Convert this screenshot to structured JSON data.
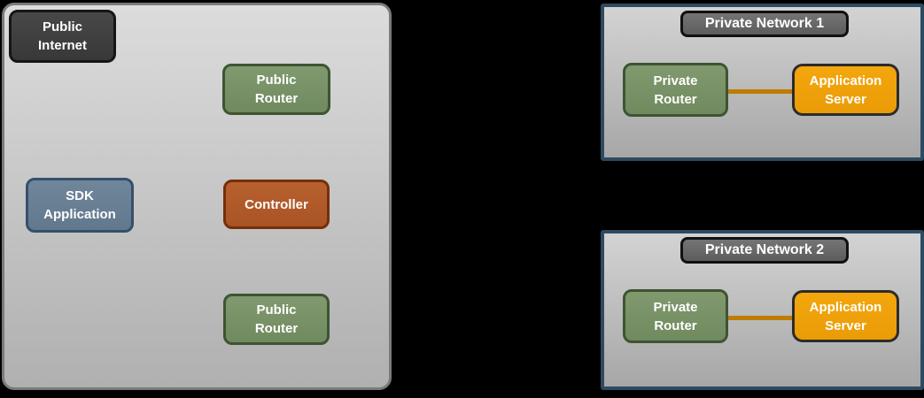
{
  "colors": {
    "page_background": "#000000",
    "main_panel_fill_top": "#dcdcdc",
    "main_panel_fill_bottom": "#b0b0b0",
    "main_panel_border": "#7a7a7a",
    "network_panel_border": "#2e4a60",
    "node_green_fill": "#7b9569",
    "node_green_border": "#3e5432",
    "node_slate_fill": "#6a8095",
    "node_slate_border": "#36506b",
    "node_rust_fill": "#b25a2b",
    "node_rust_border": "#74300a",
    "node_amber_fill": "#f1a20b",
    "node_amber_border": "#2b2b2b",
    "node_charcoal_fill": "#3f3f3f",
    "node_charcoal_border": "#161616",
    "network_title_fill": "#6b6b6b",
    "network_title_border": "#111111",
    "connector": "#bf7c00",
    "node_text": "#ffffff"
  },
  "main_panel": {
    "public_internet": "Public\nInternet",
    "public_router_top": "Public\nRouter",
    "sdk_application": "SDK\nApplication",
    "controller": "Controller",
    "public_router_bottom": "Public\nRouter"
  },
  "networks": [
    {
      "title": "Private Network 1",
      "router": "Private\nRouter",
      "server": "Application\nServer"
    },
    {
      "title": "Private Network 2",
      "router": "Private\nRouter",
      "server": "Application\nServer"
    }
  ]
}
